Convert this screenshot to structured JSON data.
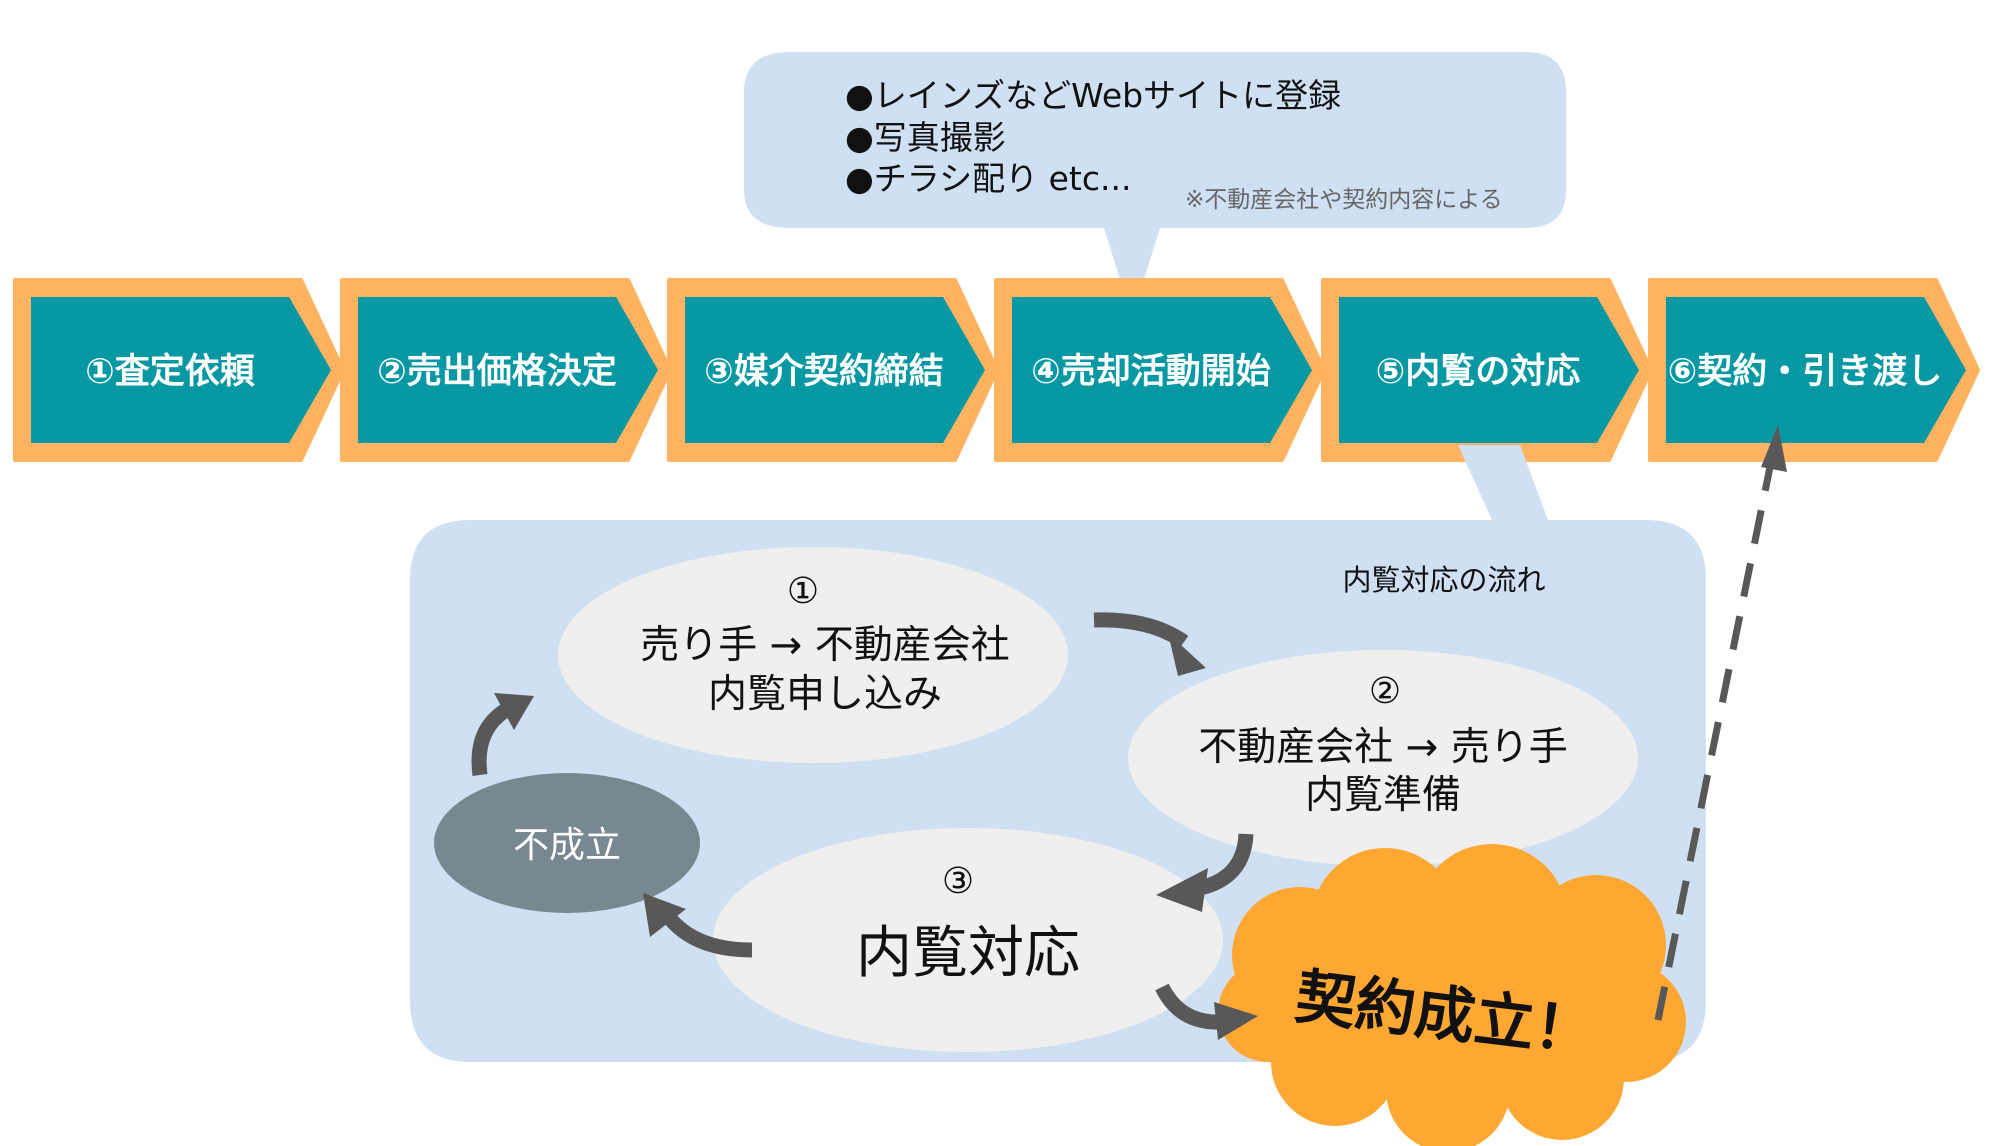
{
  "process_steps": [
    {
      "label": "①査定依頼"
    },
    {
      "label": "②売出価格決定"
    },
    {
      "label": "③媒介契約締結"
    },
    {
      "label": "④売却活動開始"
    },
    {
      "label": "⑤内覧の対応"
    },
    {
      "label": "⑥契約・引き渡し"
    }
  ],
  "activities_callout": {
    "items": [
      "●レインズなどWebサイトに登録",
      "●写真撮影",
      "●チラシ配り etc..."
    ],
    "note": "※不動産会社や契約内容による"
  },
  "viewing_flow": {
    "title": "内覧対応の流れ",
    "step1": {
      "number": "①",
      "line1": "売り手 → 不動産会社",
      "line2": "内覧申し込み"
    },
    "step2": {
      "number": "②",
      "line1": "不動産会社 → 売り手",
      "line2": "内覧準備"
    },
    "step3": {
      "number": "③",
      "line1": "内覧対応"
    },
    "failure": "不成立",
    "success": "契約成立！"
  },
  "colors": {
    "step_fill": "#0898a4",
    "step_border": "#ffb25f",
    "callout_bg": "#cfe0f3",
    "ellipse_fill": "#efefef",
    "failure_fill": "#778891",
    "success_fill": "#ffa733",
    "arrow": "#585858"
  }
}
